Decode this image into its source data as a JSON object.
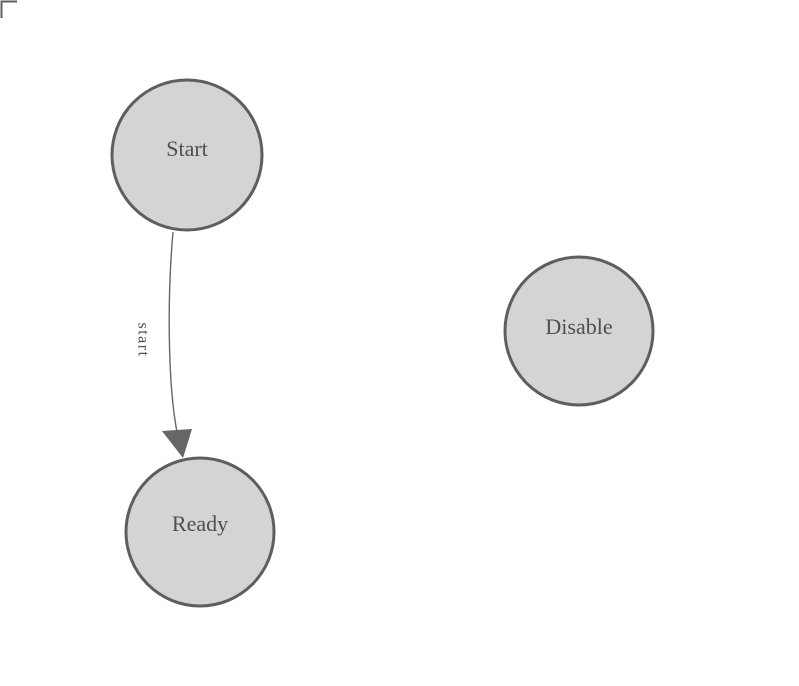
{
  "diagram": {
    "background": "#ffffff",
    "frame_color": "#5f5f5f",
    "node_style": {
      "fill": "#d4d4d4",
      "stroke": "#5e5e5e",
      "stroke_width": "3",
      "label_color": "#4f4f4f"
    },
    "edge_style": {
      "color": "#666666",
      "label_color": "#4f4f4f"
    },
    "nodes": [
      {
        "id": "start",
        "label": "Start"
      },
      {
        "id": "ready",
        "label": "Ready"
      },
      {
        "id": "disable",
        "label": "Disable"
      }
    ],
    "edges": [
      {
        "id": "start-to-ready",
        "label": "start",
        "from": "Start",
        "to": "Ready"
      }
    ]
  }
}
